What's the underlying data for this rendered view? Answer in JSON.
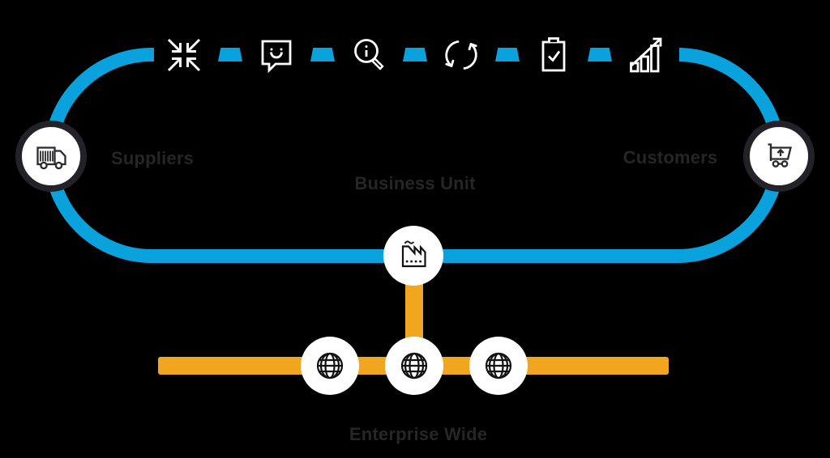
{
  "colors": {
    "background": "#000000",
    "loop_blue": "#09a2dd",
    "enterprise_orange": "#f0a71f",
    "node_ring": "#232228",
    "node_fill": "#ffffff",
    "node_icon_dark": "#2b2a2f",
    "node_icon_black": "#121212",
    "process_icon_white": "#ffffff",
    "label_text": "#262626"
  },
  "zones": {
    "business_unit": {
      "label": "Business Unit",
      "endpoints": [
        {
          "name": "suppliers",
          "label": "Suppliers",
          "icon": "delivery-truck-icon"
        },
        {
          "name": "customers",
          "label": "Customers",
          "icon": "shopping-cart-up-icon"
        }
      ],
      "hub_icon": "factory-icon",
      "process_icons": [
        "converge-arrows-icon",
        "chat-smiley-icon",
        "info-search-icon",
        "sync-cycle-icon",
        "clipboard-check-icon",
        "growth-chart-icon"
      ],
      "dash_count": 5
    },
    "enterprise_wide": {
      "label": "Enterprise Wide",
      "node_icons": [
        "globe-icon",
        "globe-icon",
        "globe-icon"
      ]
    }
  }
}
